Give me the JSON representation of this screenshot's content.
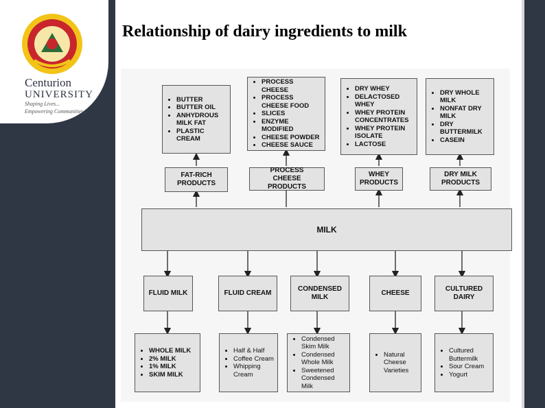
{
  "slide": {
    "title": "Relationship of dairy ingredients to milk"
  },
  "branding": {
    "name_line1": "Centurion",
    "name_line2": "UNIVERSITY",
    "tagline_line1": "Shaping Lives...",
    "tagline_line2": "Empowering Communities..."
  },
  "diagram": {
    "center": "MILK",
    "top_groups": [
      {
        "label": "FAT-RICH PRODUCTS",
        "items": [
          "BUTTER",
          "BUTTER OIL",
          "ANHYDROUS MILK FAT",
          "PLASTIC CREAM"
        ]
      },
      {
        "label": "PROCESS CHEESE PRODUCTS",
        "items": [
          "PROCESS CHEESE",
          "PROCESS CHEESE FOOD",
          "SLICES",
          "ENZYME MODIFIED",
          "CHEESE POWDER",
          "CHEESE SAUCE"
        ]
      },
      {
        "label": "WHEY PRODUCTS",
        "items": [
          "DRY WHEY",
          "DELACTOSED WHEY",
          "WHEY PROTEIN CONCENTRATES",
          "WHEY PROTEIN ISOLATE",
          "LACTOSE"
        ]
      },
      {
        "label": "DRY MILK PRODUCTS",
        "items": [
          "DRY WHOLE MILK",
          "NONFAT DRY MILK",
          "DRY BUTTERMILK",
          "CASEIN"
        ]
      }
    ],
    "bottom_groups": [
      {
        "label": "FLUID MILK",
        "items": [
          "WHOLE MILK",
          "2% MILK",
          "1% MILK",
          "SKIM MILK"
        ]
      },
      {
        "label": "FLUID CREAM",
        "items": [
          "Half & Half",
          "Coffee Cream",
          "Whipping Cream"
        ]
      },
      {
        "label": "CONDENSED MILK",
        "items": [
          "Condensed Skim Milk",
          "Condensed Whole Milk",
          "Sweetened Condensed Milk"
        ]
      },
      {
        "label": "CHEESE",
        "items": [
          "Natural Cheese Varieties"
        ]
      },
      {
        "label": "CULTURED DAIRY",
        "items": [
          "Cultured Buttermilk",
          "Sour Cream",
          "Yogurt"
        ]
      }
    ]
  }
}
